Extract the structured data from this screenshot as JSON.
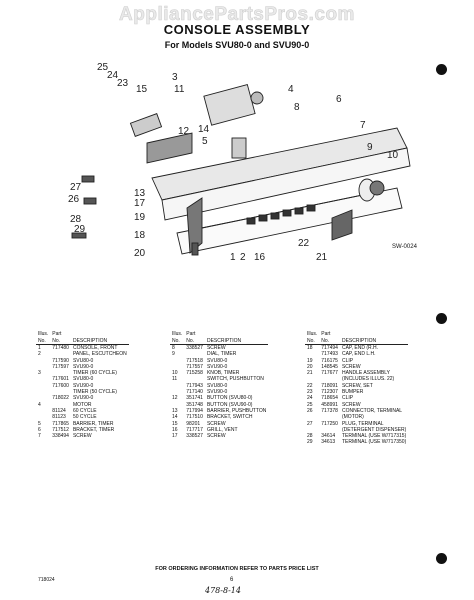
{
  "watermark": "AppliancePartsPros.com",
  "header": {
    "title": "CONSOLE ASSEMBLY",
    "subtitle": "For Models SVU80-0 and SVU90-0"
  },
  "diagram": {
    "callouts": [
      "25",
      "24",
      "23",
      "15",
      "3",
      "11",
      "4",
      "8",
      "6",
      "7",
      "5",
      "12",
      "14",
      "9",
      "10",
      "27",
      "26",
      "13",
      "17",
      "19",
      "28",
      "29",
      "18",
      "20",
      "1",
      "2",
      "16",
      "22",
      "21"
    ],
    "code": "SW-0024"
  },
  "table": {
    "headers": {
      "illus": "Illus.",
      "no": "No.",
      "part": "Part",
      "part_no": "No.",
      "description": "DESCRIPTION"
    },
    "col1": [
      [
        "1",
        "717480",
        "CONSOLE, FRONT"
      ],
      [
        "2",
        "",
        "PANEL, ESCUTCHEON"
      ],
      [
        "",
        "717590",
        "SVU80-0"
      ],
      [
        "",
        "717597",
        "SVU90-0"
      ],
      [
        "3",
        "",
        "TIMER (60 CYCLE)"
      ],
      [
        "",
        "717601",
        "SVU80-0"
      ],
      [
        "",
        "717600",
        "SVU90-0"
      ],
      [
        "",
        "",
        "TIMER (50 CYCLE)"
      ],
      [
        "",
        "718022",
        "SVU90-0"
      ],
      [
        "4",
        "",
        "MOTOR"
      ],
      [
        "",
        "81124",
        "60 CYCLE"
      ],
      [
        "",
        "81123",
        "50 CYCLE"
      ],
      [
        "5",
        "717865",
        "BARRIER, TIMER"
      ],
      [
        "6",
        "717512",
        "BRACKET, TIMER"
      ],
      [
        "7",
        "338494",
        "SCREW"
      ]
    ],
    "col2": [
      [
        "8",
        "338527",
        "SCREW"
      ],
      [
        "9",
        "",
        "DIAL, TIMER"
      ],
      [
        "",
        "717518",
        "SVU80-0"
      ],
      [
        "",
        "717557",
        "SVU90-0"
      ],
      [
        "10",
        "715258",
        "KNOB, TIMER"
      ],
      [
        "11",
        "",
        "SWITCH, PUSHBUTTON"
      ],
      [
        "",
        "717943",
        "SVU80-0"
      ],
      [
        "",
        "717140",
        "SVU90-0"
      ],
      [
        "12",
        "351741",
        "BUTTON (SVU80-0)"
      ],
      [
        "",
        "351748",
        "BUTTON (SVU90-0)"
      ],
      [
        "13",
        "717994",
        "BARRIER, PUSHBUTTON"
      ],
      [
        "14",
        "717510",
        "BRACKET, SWITCH"
      ],
      [
        "15",
        "98201",
        "SCREW"
      ],
      [
        "16",
        "717717",
        "GRILL, VENT"
      ],
      [
        "17",
        "338527",
        "SCREW"
      ]
    ],
    "col3": [
      [
        "18",
        "717494",
        "CAP, END (R.H."
      ],
      [
        "",
        "717493",
        "CAP, END L.H."
      ],
      [
        "19",
        "716175",
        "CLIP"
      ],
      [
        "20",
        "148545",
        "SCREW"
      ],
      [
        "21",
        "717677",
        "HANDLE ASSEMBLY"
      ],
      [
        "",
        "",
        "(INCLUDES ILLUS. 22)"
      ],
      [
        "22",
        "718091",
        "SCREW, SET"
      ],
      [
        "23",
        "712307",
        "BUMPER"
      ],
      [
        "24",
        "718654",
        "CLIP"
      ],
      [
        "25",
        "458991",
        "SCREW"
      ],
      [
        "26",
        "717378",
        "CONNECTOR, TERMINAL"
      ],
      [
        "",
        "",
        "(MOTOR)"
      ],
      [
        "27",
        "717250",
        "PLUG, TERMINAL"
      ],
      [
        "",
        "",
        "(DETERGENT DISPENSER)"
      ],
      [
        "28",
        "34614",
        "TERMINAL (USE W/717315)"
      ],
      [
        "29",
        "34613",
        "TERMINAL (USE W/717350)"
      ]
    ]
  },
  "footer": {
    "note": "FOR ORDERING INFORMATION REFER TO PARTS PRICE LIST",
    "code": "718024",
    "page": "6",
    "handwriting": "478-8-14"
  }
}
